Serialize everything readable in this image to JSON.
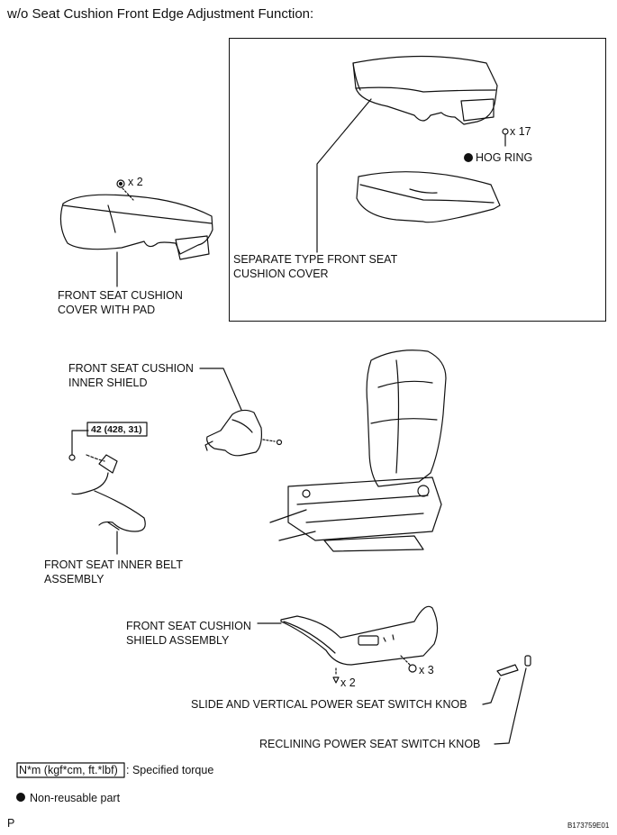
{
  "title": "w/o Seat Cushion Front Edge Adjustment Function:",
  "labels": {
    "separate_cover_1": "SEPARATE TYPE FRONT SEAT",
    "separate_cover_2": "CUSHION COVER",
    "cover_pad_1": "FRONT SEAT CUSHION",
    "cover_pad_2": "COVER WITH PAD",
    "inner_shield_1": "FRONT SEAT CUSHION",
    "inner_shield_2": "INNER SHIELD",
    "belt_1": "FRONT SEAT INNER BELT",
    "belt_2": "ASSEMBLY",
    "shield_assy_1": "FRONT SEAT CUSHION",
    "shield_assy_2": "SHIELD ASSEMBLY",
    "slide_knob": "SLIDE AND VERTICAL POWER SEAT SWITCH KNOB",
    "reclining_knob": "RECLINING POWER SEAT SWITCH KNOB",
    "hog_ring": "HOG RING"
  },
  "quantities": {
    "hog_ring": "x 17",
    "cover_clip": "x 2",
    "shield_screw": "x 2",
    "shield_bolt": "x 3"
  },
  "torque": {
    "value": "42 (428, 31)"
  },
  "legend": {
    "torque_unit": "N*m (kgf*cm, ft.*lbf)",
    "torque_text": ": Specified torque",
    "nonreusable": "Non-reusable part"
  },
  "footer": {
    "left": "P",
    "right": "B173759E01"
  }
}
